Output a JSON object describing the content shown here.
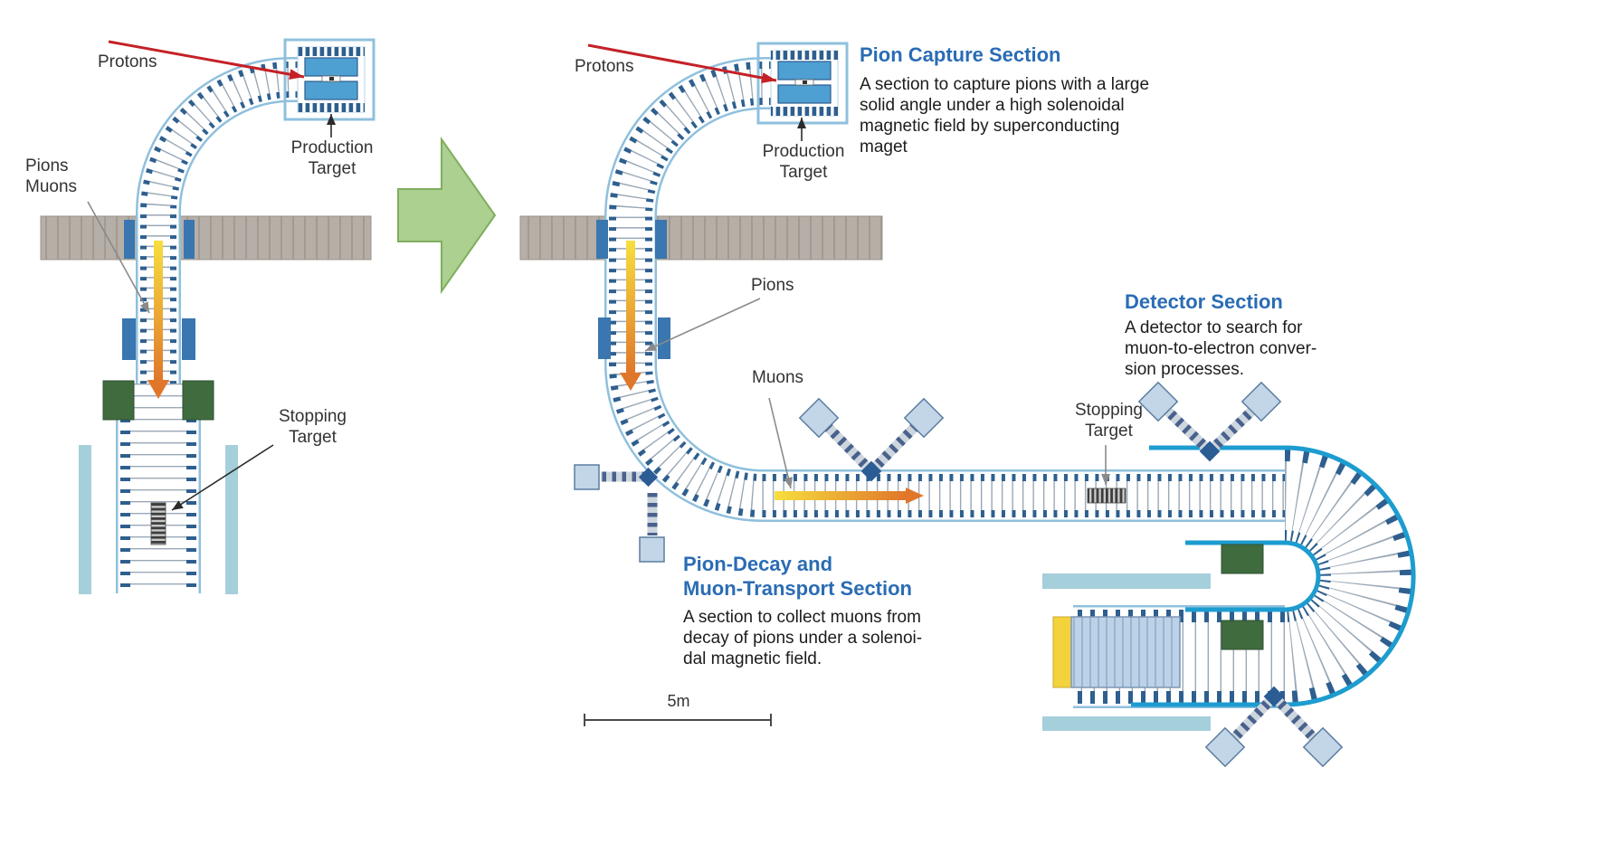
{
  "left": {
    "protons": "Protons",
    "pions_muons": "Pions\nMuons",
    "production_target": "Production\nTarget",
    "stopping_target": "Stopping\nTarget"
  },
  "right": {
    "protons": "Protons",
    "production_target": "Production\nTarget",
    "pions": "Pions",
    "muons": "Muons",
    "stopping_target": "Stopping\nTarget",
    "scale_label": "5m",
    "sections": {
      "pion_capture": {
        "title": "Pion Capture Section",
        "description": "A section to capture pions with a large\nsolid angle under a high solenoidal\nmagnetic field by superconducting\nmaget"
      },
      "detector": {
        "title": "Detector Section",
        "description": "A detector to search for\nmuon-to-electron conver-\nsion processes."
      },
      "pion_decay": {
        "title": "Pion-Decay and\nMuon-Transport Section",
        "description": "A section to collect muons from\ndecay of pions under a solenoi-\ndal magnetic field."
      }
    }
  },
  "colors": {
    "heading_blue": "#2a6cb4",
    "coil_dark_blue": "#2e5f8e",
    "outline_light_blue": "#8fc0dd",
    "bright_cyan": "#1d9cd0",
    "magnet_blue": "#3a76b0",
    "shield_green": "#3f6b3f",
    "wall_gray": "#b6afa7",
    "side_bar_blue": "#a5cfdb",
    "arrow_red": "#c42127",
    "arrow_orange": "#e0762a",
    "arrow_yellow": "#f7df3e",
    "big_arrow_green": "#abd08f",
    "detector_yellow": "#f3d23c"
  }
}
